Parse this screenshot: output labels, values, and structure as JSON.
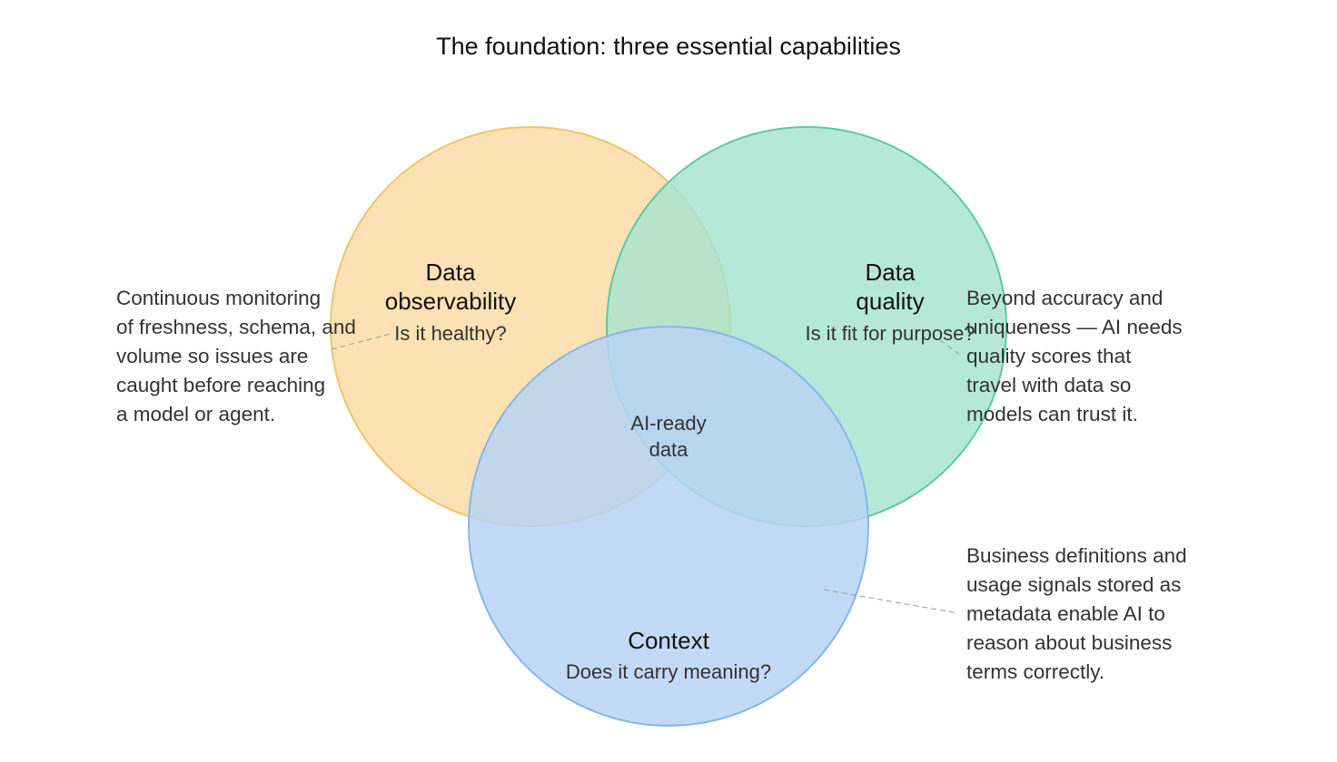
{
  "title": "The foundation: three essential capabilities",
  "colors": {
    "observability_fill": "#fbdfaf",
    "observability_stroke": "#f1c46a",
    "quality_fill": "#a6e3cf",
    "quality_stroke": "#5ccaa3",
    "context_fill": "#b7d4f3",
    "context_stroke": "#86b6ea"
  },
  "circles": {
    "observability": {
      "title_lines": [
        "Data",
        "observability"
      ],
      "subtitle": "Is it healthy?"
    },
    "quality": {
      "title_lines": [
        "Data",
        "quality"
      ],
      "subtitle": "Is it fit for purpose?"
    },
    "context": {
      "title_lines": [
        "Context"
      ],
      "subtitle": "Does it carry meaning?"
    }
  },
  "center_label_lines": [
    "AI-ready",
    "data"
  ],
  "notes": {
    "observability": [
      "Continuous monitoring",
      "of freshness, schema, and",
      "volume so issues are",
      "caught before reaching",
      "a model or agent."
    ],
    "quality": [
      "Beyond accuracy and",
      "uniqueness — AI needs",
      "quality scores that",
      "travel with data so",
      "models can trust it."
    ],
    "context": [
      "Business definitions and",
      "usage signals stored as",
      "metadata enable AI to",
      "reason about business",
      "terms correctly."
    ]
  }
}
